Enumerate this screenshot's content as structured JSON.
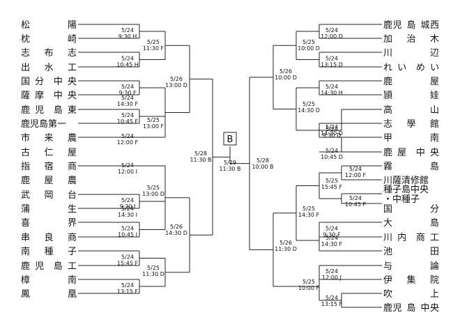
{
  "left_teams": [
    [
      "松",
      "陽"
    ],
    [
      "枕",
      "崎"
    ],
    [
      "志",
      "布",
      "志"
    ],
    [
      "出",
      "水",
      "工"
    ],
    [
      "国",
      "分",
      "中",
      "央"
    ],
    [
      "薩",
      "摩",
      "中",
      "央"
    ],
    [
      "鹿",
      "児",
      "島",
      "東"
    ],
    [
      "鹿児島第一"
    ],
    [
      "市",
      "来",
      "農"
    ],
    [
      "古",
      "仁",
      "屋"
    ],
    [
      "指",
      "宿",
      "商"
    ],
    [
      "鹿",
      "屋",
      "農"
    ],
    [
      "武",
      "岡",
      "台"
    ],
    [
      "蒲",
      "生"
    ],
    [
      "喜",
      "界"
    ],
    [
      "串",
      "良",
      "商"
    ],
    [
      "南",
      "種",
      "子"
    ],
    [
      "鹿",
      "児",
      "島",
      "工"
    ],
    [
      "樟",
      "南"
    ],
    [
      "鳳",
      "凰"
    ]
  ],
  "right_teams": [
    [
      "鹿",
      "児",
      "島",
      "城",
      "西"
    ],
    [
      "加",
      "治",
      "木"
    ],
    [
      "川",
      "辺"
    ],
    [
      "れ",
      "い",
      "め",
      "い"
    ],
    [
      "鹿",
      "屋"
    ],
    [
      "頴",
      "娃"
    ],
    [
      "高",
      "山"
    ],
    [
      "志",
      "學",
      "館"
    ],
    [
      "甲",
      "南"
    ],
    [
      "鹿",
      "屋",
      "中",
      "央"
    ],
    [
      "霧",
      "島"
    ],
    [
      "川薩清修館"
    ],
    [
      "種子島中央"
    ],
    [
      "・中種子"
    ],
    [
      "国",
      "分"
    ],
    [
      "大",
      "島"
    ],
    [
      "川",
      "内",
      "商",
      "工"
    ],
    [
      "池",
      "田"
    ],
    [
      "与",
      "論"
    ],
    [
      "伊",
      "集",
      "院"
    ],
    [
      "吹",
      "上"
    ],
    [
      "鹿",
      "児",
      "島",
      "中",
      "央"
    ]
  ],
  "matches": {
    "l1": [
      "5/24",
      "9:30 H"
    ],
    "l2": [
      "5/25",
      "11:30 F"
    ],
    "l3": [
      "5/24",
      "10:45 H"
    ],
    "l4": [
      "5/26",
      "13:00 D"
    ],
    "l5": [
      "5/24",
      "9:30 F"
    ],
    "l6": [
      "5/24",
      "14:30 F"
    ],
    "l7": [
      "5/24",
      "10:45 F"
    ],
    "l8": [
      "5/25",
      "13:00 F"
    ],
    "l9": [
      "5/24",
      "12:00 F"
    ],
    "l10": [
      "5/28",
      "11:30 B"
    ],
    "l11": [
      "5/24",
      "12:00 I"
    ],
    "l12": [
      "5/25",
      "13:00 D"
    ],
    "l13": [
      "5/24",
      "9:30 I"
    ],
    "l14": [
      "5/24",
      "14:30 I"
    ],
    "l15": [
      "5/24",
      "10:45 I"
    ],
    "l16": [
      "5/26",
      "14:30 D"
    ],
    "l17": [
      "5/24",
      "15:45 F"
    ],
    "l18": [
      "5/25",
      "11:30 D"
    ],
    "l19": [
      "5/24",
      "13:15 F"
    ],
    "final": [
      "5/29",
      "11:30 B"
    ],
    "r1": [
      "5/24",
      "12:00 D"
    ],
    "r2": [
      "5/25",
      "10:00 D"
    ],
    "r3": [
      "5/24",
      "13:15 D"
    ],
    "r4": [
      "5/26",
      "10:00 D"
    ],
    "r5": [
      "5/24",
      "14:30 H"
    ],
    "r6": [
      "5/25",
      "14:30 D"
    ],
    "r7": [
      "5/24",
      "9:30 D"
    ],
    "r8": [
      "5/24",
      "14:30 D"
    ],
    "r9": [
      "5/24",
      "10:45 D"
    ],
    "r10": [
      "5/28",
      "10:00 B"
    ],
    "r11": [
      "5/24",
      "12:00 F"
    ],
    "r12": [
      "5/25",
      "15:45 F"
    ],
    "r13": [
      "5/24",
      "10:45 F"
    ],
    "r14": [
      "5/25",
      "14:30 F"
    ],
    "r15": [
      "5/24",
      "9:30 F"
    ],
    "r16": [
      "5/24",
      "14:30 F"
    ],
    "r17": [
      "5/26",
      "11:30 D"
    ],
    "r18": [
      "5/24",
      "12:00 J"
    ],
    "r19": [
      "5/25",
      "10:00 F"
    ],
    "r20": [
      "5/24",
      "13:15 F"
    ]
  },
  "court": "B"
}
